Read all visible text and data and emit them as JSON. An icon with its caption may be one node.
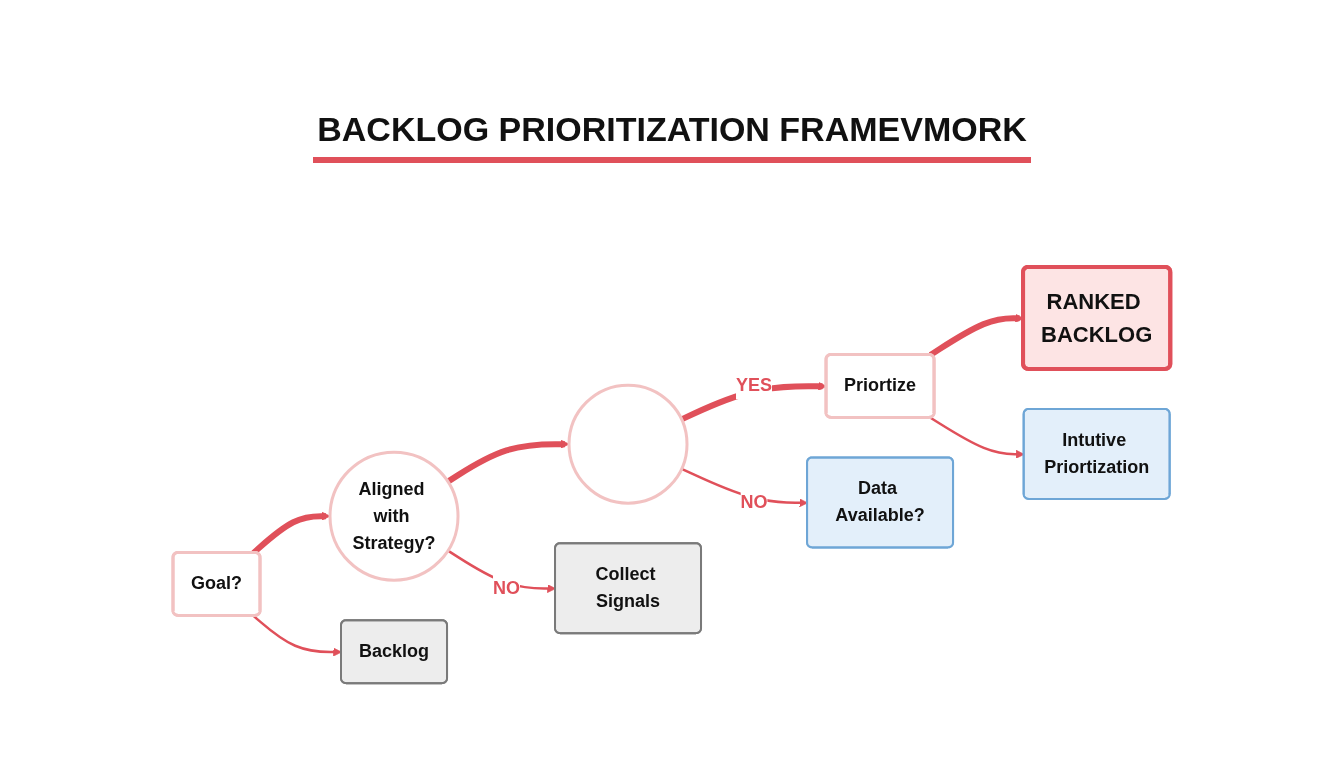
{
  "diagram": {
    "title": "BACKLOG PRIORITIZATION FRAMEVMORK",
    "nodes": [
      {
        "text": [
          "Goal?"
        ]
      },
      {
        "text": [
          "Aligned with Strategy?"
        ]
      },
      {
        "text": [],
        "shape": "circle"
      },
      {
        "text": [
          "Priortize"
        ]
      },
      {
        "text": [
          "RANKED BACKLOG"
        ]
      },
      {
        "text": [
          "Backlog"
        ]
      },
      {
        "text": [
          "Collect Signals"
        ]
      },
      {
        "text": [
          "Data Available?"
        ]
      },
      {
        "text": [
          "Intutive Priortization"
        ]
      }
    ],
    "edges": [
      {
        "from": 0,
        "to": 1,
        "arrow": "to",
        "style": "thick"
      },
      {
        "from": 1,
        "to": 2,
        "arrow": "to",
        "style": "thick"
      },
      {
        "from": 2,
        "to": 3,
        "arrow": "to",
        "style": "thick",
        "label": "YES"
      },
      {
        "from": 3,
        "to": 4,
        "arrow": "to",
        "style": "thick"
      },
      {
        "from": 0,
        "to": 5,
        "arrow": "to"
      },
      {
        "from": 1,
        "to": 6,
        "arrow": "to",
        "label": "NO"
      },
      {
        "from": 2,
        "to": 7,
        "arrow": "to",
        "label": "NO"
      },
      {
        "from": 3,
        "to": 8,
        "arrow": "to"
      }
    ]
  }
}
